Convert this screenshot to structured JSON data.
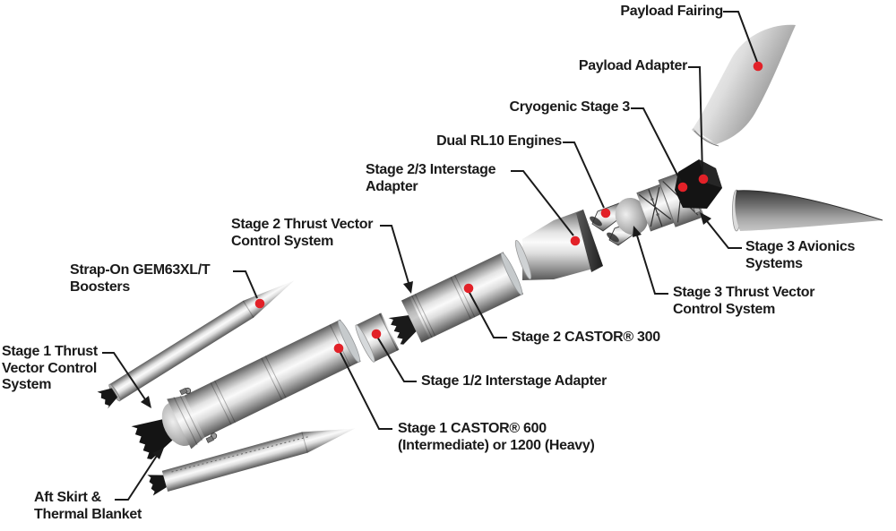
{
  "diagram": {
    "subject": "Expanded view of a three-stage rocket with strap-on boosters",
    "background": "#ffffff"
  },
  "colors": {
    "marker_dot": "#e22128",
    "leader_line": "#1a1a1a",
    "label_text": "#1a1a1a"
  },
  "labels": {
    "payload_fairing": {
      "marker": "dot",
      "lines": [
        "Payload Fairing"
      ]
    },
    "payload_adapter": {
      "marker": "dot",
      "lines": [
        "Payload Adapter"
      ]
    },
    "cryogenic_stage_3": {
      "marker": "dot",
      "lines": [
        "Cryogenic Stage 3"
      ]
    },
    "dual_rl10_engines": {
      "marker": "dot",
      "lines": [
        "Dual RL10 Engines"
      ]
    },
    "stage_2_3_interstage_adapter": {
      "marker": "dot",
      "lines": [
        "Stage 2/3 Interstage",
        "Adapter"
      ]
    },
    "stage_2_tvc": {
      "marker": "arrow",
      "lines": [
        "Stage 2 Thrust Vector",
        "Control System"
      ]
    },
    "strap_on_boosters": {
      "marker": "dot",
      "lines": [
        "Strap-On GEM63XL/T",
        "Boosters"
      ]
    },
    "stage_3_avionics": {
      "marker": "arrow",
      "lines": [
        "Stage 3 Avionics",
        "Systems"
      ]
    },
    "stage_3_tvc": {
      "marker": "arrow",
      "lines": [
        "Stage 3 Thrust Vector",
        "Control System"
      ]
    },
    "stage_2_castor_300": {
      "marker": "dot",
      "lines": [
        "Stage 2 CASTOR® 300"
      ]
    },
    "stage_1_2_interstage_adapter": {
      "marker": "dot",
      "lines": [
        "Stage 1/2 Interstage Adapter"
      ]
    },
    "stage_1_castor": {
      "marker": "dot",
      "lines": [
        "Stage 1 CASTOR® 600",
        "(Intermediate) or 1200 (Heavy)"
      ]
    },
    "stage_1_tvc": {
      "marker": "arrow",
      "lines": [
        "Stage 1 Thrust",
        "Vector Control",
        "System"
      ]
    },
    "aft_skirt": {
      "marker": "arrow",
      "lines": [
        "Aft Skirt &",
        "Thermal Blanket"
      ]
    }
  }
}
